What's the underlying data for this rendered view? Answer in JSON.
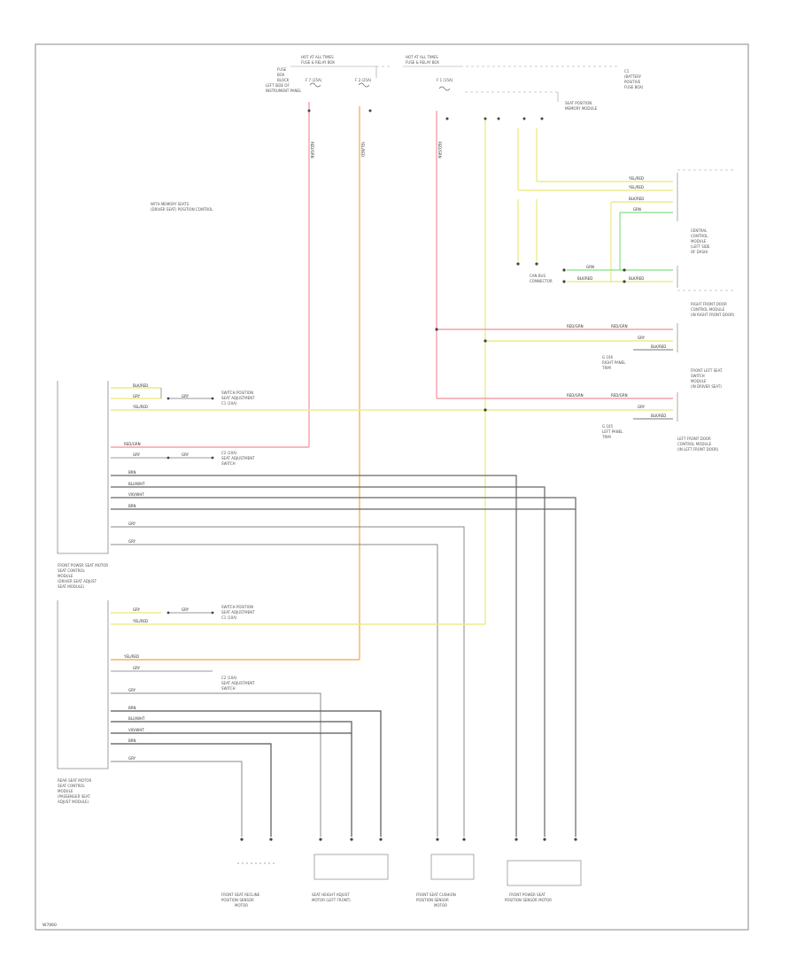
{
  "diagram": {
    "ref_code": "W7060",
    "colors": {
      "red": "#f4a0a8",
      "orange": "#f6b060",
      "yellow": "#ecec8a",
      "green": "#96e696",
      "dark": "#555555",
      "gray": "#9a9a9a",
      "frame": "#888888"
    },
    "labels": {
      "top_a1": "HOT AT ALL TIMES",
      "top_a2": "FUSE & RELAY BOX",
      "fuse_block_1": "FUSE",
      "fuse_block_2": "BOX",
      "fuse_block_3": "BLOCK",
      "fuse_block_4": "LEFT SIDE OF",
      "fuse_block_5": "INSTRUMENT PANEL",
      "fuse_1": "F 7 (25A)",
      "fuse_2": "F 2 (25A)",
      "top_b1": "HOT AT ALL TIMES",
      "top_b2": "FUSE & RELAY BOX",
      "fuse_3": "F 1 (15A)",
      "top_right_1": "C1",
      "top_right_2": "(BATTERY",
      "top_right_3": "POSITIVE",
      "top_right_4": "FUSE BOX)",
      "sub_1": "SEAT POSITION",
      "sub_2": "MEMORY MODULE",
      "note_1": "WITH MEMORY SEATS",
      "note_2": "(DRIVER SEAT) POSITION CONTROL",
      "central_module_1": "CENTRAL",
      "central_module_2": "CONTROL",
      "central_module_3": "MODULE",
      "central_module_4": "(LEFT SIDE",
      "central_module_5": "OF DASH)",
      "bus_label_1": "CAN BUS",
      "bus_label_2": "CONNECTOR",
      "passenger_door_1": "RIGHT FRONT DOOR",
      "passenger_door_2": "CONTROL MODULE",
      "passenger_door_3": "(IN RIGHT FRONT DOOR)",
      "g_ground_1": "G 106",
      "g_ground_2": "RIGHT PANEL",
      "g_ground_3": "TRIM",
      "driver_seat_1": "FRONT LEFT SEAT",
      "driver_seat_2": "SWITCH",
      "driver_seat_3": "MODULE",
      "driver_seat_4": "(IN DRIVER SEAT)",
      "g_ground_4": "G 105",
      "g_ground_5": "LEFT PANEL",
      "g_ground_6": "TRIM",
      "left_door_1": "LEFT FRONT DOOR",
      "left_door_2": "CONTROL MODULE",
      "left_door_3": "(IN LEFT FRONT DOOR)",
      "upper_module_1": "FRONT POWER SEAT MOTOR",
      "upper_module_2": "SEAT CONTROL",
      "upper_module_3": "MODULE",
      "upper_module_4": "(DRIVER SEAT ADJUST",
      "upper_module_5": "SEAT MODULE)",
      "lower_module_1": "REAR SEAT MOTOR",
      "lower_module_2": "SEAT CONTROL",
      "lower_module_3": "MODULE",
      "lower_module_4": "(PASSENGER SEAT",
      "lower_module_5": "ADJUST MODULE)",
      "conn_a": "SWITCH POSITION",
      "conn_b": "SEAT ADJUSTMENT",
      "conn_c": "C1 (10A)",
      "conn_d": "C2 (10A)",
      "conn_e": "SEAT ADJUSTMENT",
      "conn_f": "SWITCH",
      "motor_1a": "FRONT SEAT RECLINE",
      "motor_1b": "POSITION SENSOR",
      "motor_1c": "MOTOR",
      "motor_2a": "SEAT HEIGHT ADJUST",
      "motor_2b": "MOTOR (LEFT FRONT)",
      "motor_3a": "FRONT SEAT CUSHION",
      "motor_3b": "POSITION SENSOR",
      "motor_3c": "MOTOR",
      "motor_4a": "FRONT POWER SEAT",
      "motor_4b": "POSITION SENSOR MOTOR",
      "wire_red": "RED/GRN",
      "wire_yel": "YEL/RED",
      "wire_blk": "BLK/RED",
      "wire_grn": "GRN",
      "wire_gry": "GRY",
      "wire_brn": "BRN",
      "wire_blu": "BLU/WHT",
      "wire_vio": "VIO/WHT"
    }
  }
}
